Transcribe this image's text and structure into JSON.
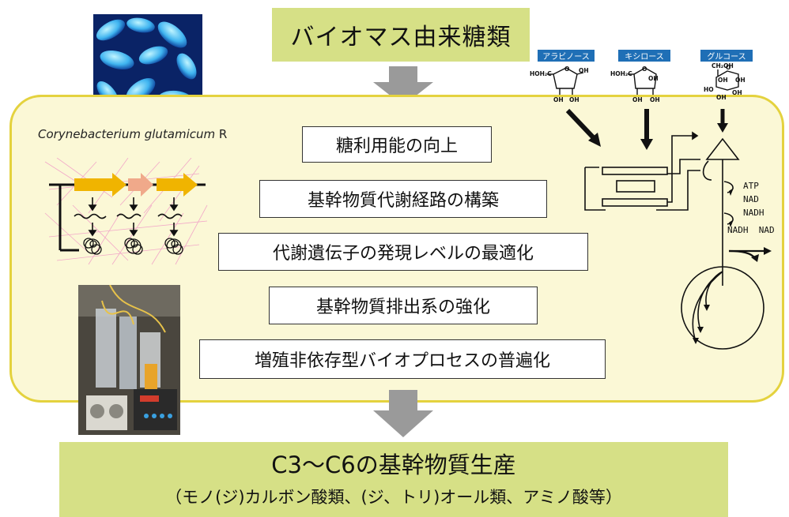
{
  "header": {
    "title": "バイオマス由来糖類"
  },
  "organism": {
    "name_italic": "Corynebacterium glutamicum",
    "name_suffix": " R"
  },
  "steps": [
    "糖利用能の向上",
    "基幹物質代謝経路の構築",
    "代謝遺伝子の発現レベルの最適化",
    "基幹物質排出系の強化",
    "増殖非依存型バイオプロセスの普遍化"
  ],
  "sugars": [
    {
      "label": "アラビノース",
      "formula_ch2": "HOH₂C",
      "oh1": "OH",
      "oh2": "OH",
      "oh3": "OH"
    },
    {
      "label": "キシロース",
      "formula_ch2": "HOH₂C",
      "oh1": "OH",
      "oh2": "OH",
      "oh3": "OH"
    },
    {
      "label": "グルコース",
      "formula_ch2": "CH₂OH",
      "oh1": "OH",
      "oh2": "OH",
      "oh3": "OH",
      "oh4": "OH"
    }
  ],
  "cofactors": [
    "ATP",
    "NAD",
    "NADH",
    "NADH  NAD"
  ],
  "product": {
    "title": "C3〜C6の基幹物質生産",
    "subtitle": "（モノ(ジ)カルボン酸類、(ジ、トリ)オール類、アミノ酸等）"
  },
  "colors": {
    "accent_green": "#d6e086",
    "panel_fill": "#fbf8d6",
    "panel_border": "#e4d23e",
    "sugar_label": "#1f6fb6",
    "gene_arrow": "#f0b400",
    "gene_arrow_alt": "#f0a98a"
  }
}
